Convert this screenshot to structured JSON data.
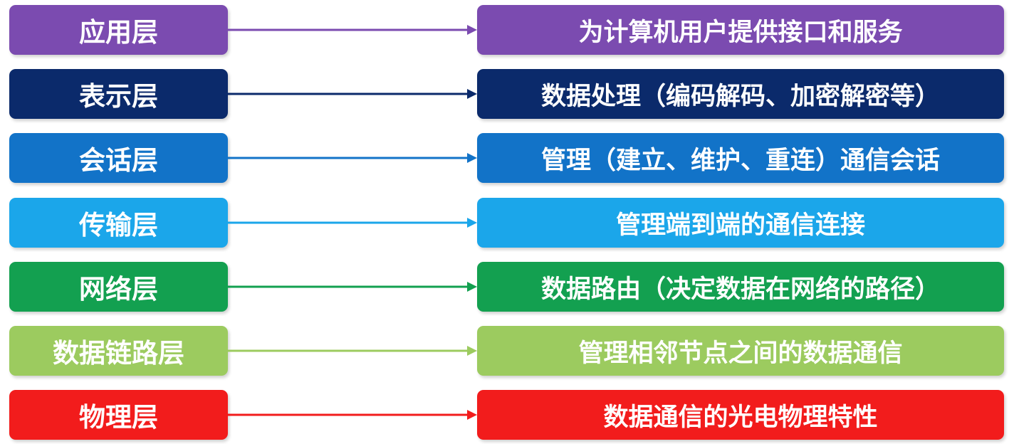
{
  "rows": [
    {
      "layer": "应用层",
      "description": "为计算机用户提供接口和服务",
      "color": "#7b4bb0"
    },
    {
      "layer": "表示层",
      "description": "数据处理（编码解码、加密解密等）",
      "color": "#0b2a6b"
    },
    {
      "layer": "会话层",
      "description": "管理（建立、维护、重连）通信会话",
      "color": "#1273c8"
    },
    {
      "layer": "传输层",
      "description": "管理端到端的通信连接",
      "color": "#1ba6ea"
    },
    {
      "layer": "网络层",
      "description": "数据路由（决定数据在网络的路径）",
      "color": "#13a050"
    },
    {
      "layer": "数据链路层",
      "description": "管理相邻节点之间的数据通信",
      "color": "#9ccb5f"
    },
    {
      "layer": "物理层",
      "description": "数据通信的光电物理特性",
      "color": "#f21c1c"
    }
  ]
}
